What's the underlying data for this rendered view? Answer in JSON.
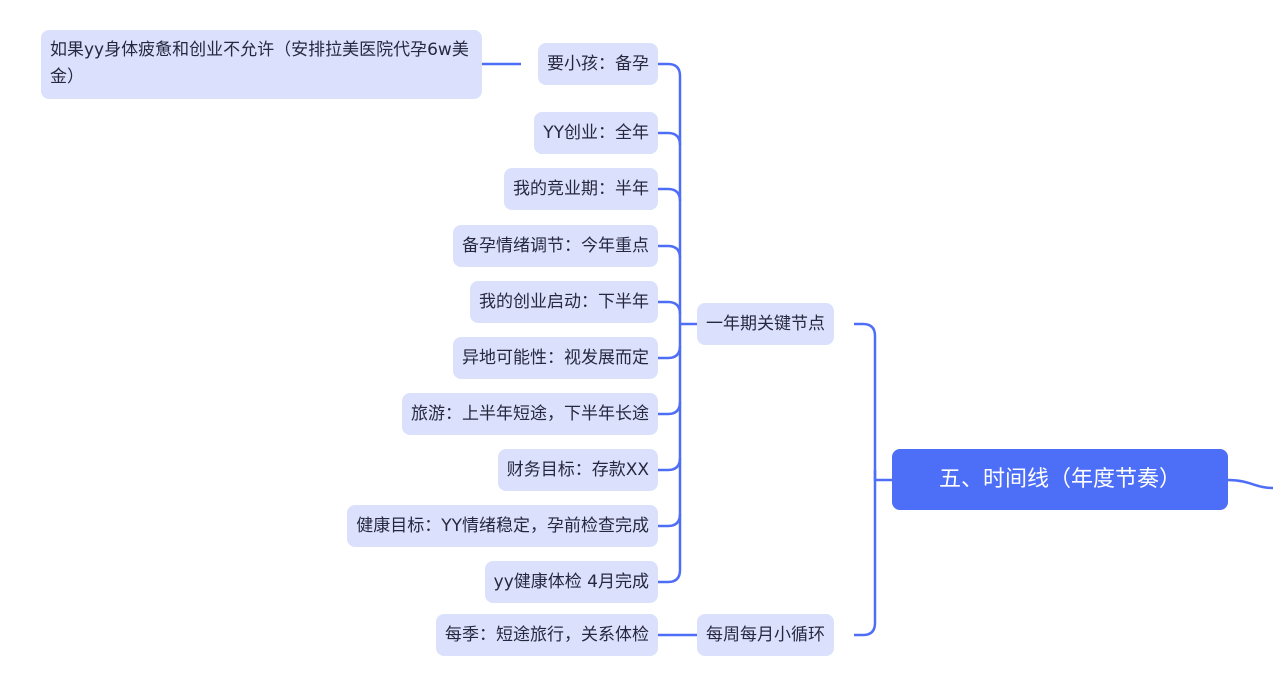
{
  "root": {
    "label": "五、时间线（年度节奏）"
  },
  "branches": [
    {
      "label": "一年期关键节点",
      "children": [
        {
          "label": "要小孩：备孕",
          "children": [
            {
              "label": "如果yy身体疲惫和创业不允许（安排拉美医院代孕6w美金）"
            }
          ]
        },
        {
          "label": "YY创业：全年"
        },
        {
          "label": "我的竞业期：半年"
        },
        {
          "label": "备孕情绪调节：今年重点"
        },
        {
          "label": "我的创业启动：下半年"
        },
        {
          "label": "异地可能性：视发展而定"
        },
        {
          "label": "旅游：上半年短途，下半年长途"
        },
        {
          "label": "财务目标：存款XX"
        },
        {
          "label": "健康目标：YY情绪稳定，孕前检查完成"
        },
        {
          "label": "yy健康体检 4月完成"
        }
      ]
    },
    {
      "label": "每周每月小循环",
      "children": [
        {
          "label": "每季：短途旅行，关系体检"
        }
      ]
    }
  ],
  "colors": {
    "accent": "#4d6ef6",
    "node_bg": "#dbe1fc",
    "line": "#4f6ef7"
  }
}
